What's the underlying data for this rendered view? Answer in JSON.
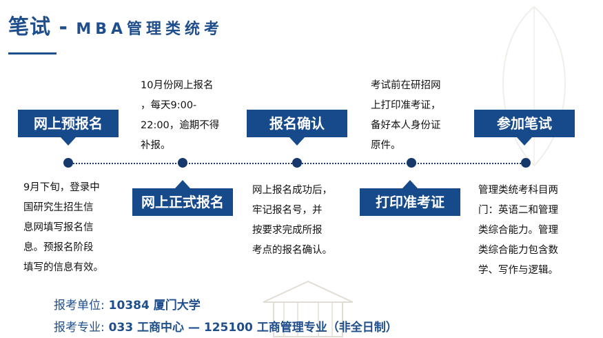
{
  "header": {
    "title_main": "笔试",
    "title_dash": "-",
    "title_sub": "MBA管理类统考"
  },
  "steps": [
    {
      "label": "网上预报名",
      "desc": "9月下旬，登录中\n国研究生招生信\n息网填写报名信\n息。预报名阶段\n填写的信息有效。"
    },
    {
      "label": "网上正式报名",
      "desc": "10月份网上报名\n，每天9:00-\n22:00，逾期不得\n补报。"
    },
    {
      "label": "报名确认",
      "desc": "网上报名成功后，\n牢记报名号，并\n按要求完成所报\n考点的报名确认。"
    },
    {
      "label": "打印准考证",
      "desc": "考试前在研招网\n上打印准考证，\n备好本人身份证\n原件。"
    },
    {
      "label": "参加笔试",
      "desc": "管理类统考科目两\n门：英语二和管理\n类综合能力。管理\n类综合能力包含数\n学、写作与逻辑。"
    }
  ],
  "info": {
    "unit_label": "报考单位:",
    "unit_value": "10384  厦门大学",
    "major_label": "报考专业:",
    "major_value": "033 工商中心 — 125100 工商管理专业（非全日制）"
  },
  "colors": {
    "accent": "#1f4e8c",
    "box": "#174a8b",
    "dot": "#17386a"
  }
}
